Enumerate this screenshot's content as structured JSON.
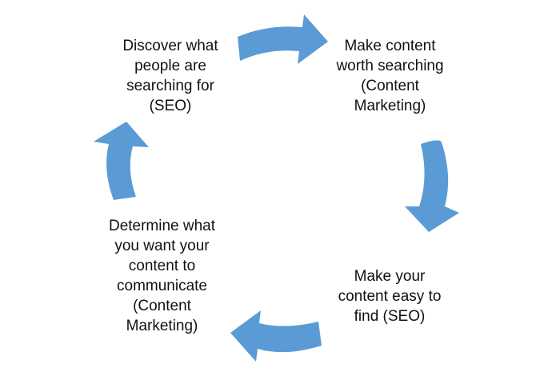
{
  "arrow_color": "#5b9bd5",
  "text_color": "#111111",
  "nodes": [
    {
      "id": "discover",
      "lines": [
        "Discover what",
        "people are",
        "searching for",
        "(SEO)"
      ]
    },
    {
      "id": "make-worth",
      "lines": [
        "Make content",
        "worth searching",
        "(Content",
        "Marketing)"
      ]
    },
    {
      "id": "easy-find",
      "lines": [
        "Make your",
        "content easy to",
        "find (SEO)"
      ]
    },
    {
      "id": "determine",
      "lines": [
        "Determine what",
        "you want your",
        "content to",
        "communicate",
        "(Content",
        "Marketing)"
      ]
    }
  ],
  "arrows": [
    {
      "from": "discover",
      "to": "make-worth",
      "direction": "right"
    },
    {
      "from": "make-worth",
      "to": "easy-find",
      "direction": "down"
    },
    {
      "from": "easy-find",
      "to": "determine",
      "direction": "left"
    },
    {
      "from": "determine",
      "to": "discover",
      "direction": "up"
    }
  ]
}
